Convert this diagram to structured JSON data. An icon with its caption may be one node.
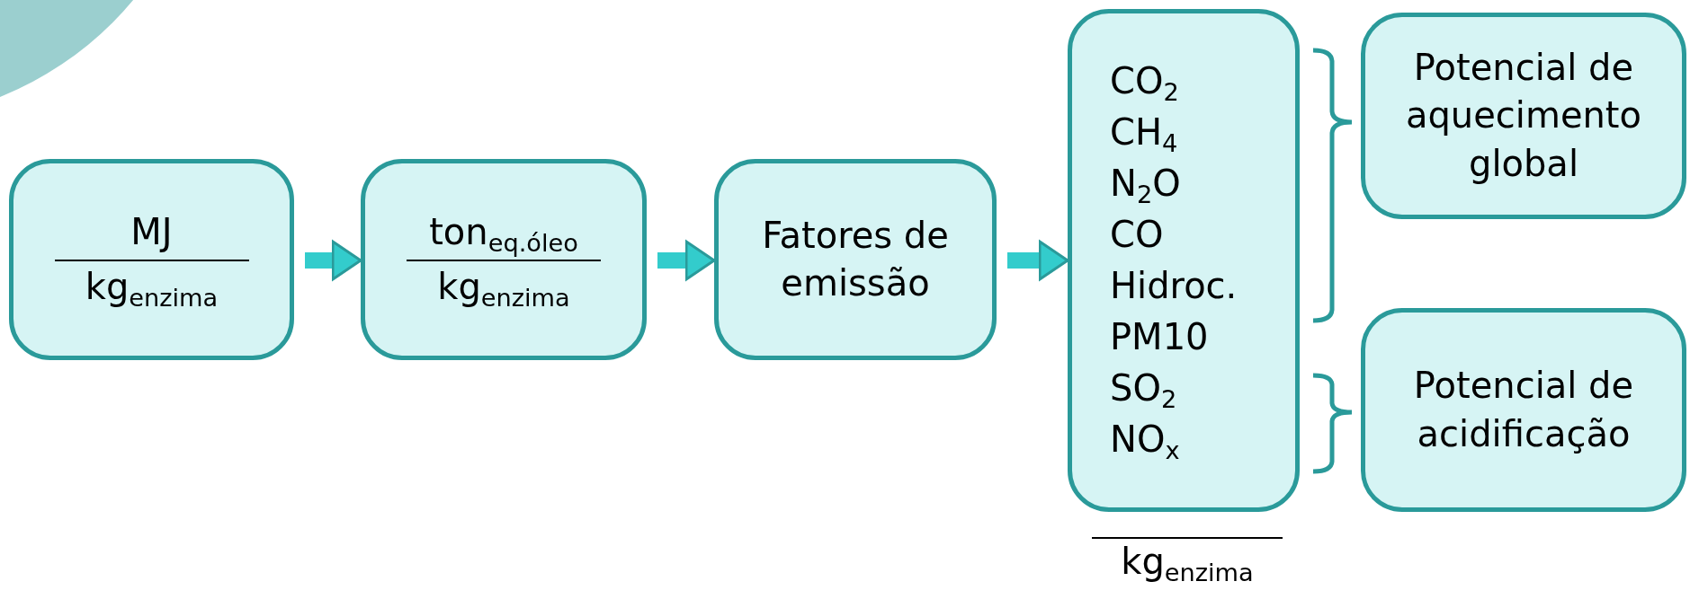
{
  "diagram": {
    "nodes": [
      {
        "text": [
          "MJ",
          "kg$_{enzima}$"
        ]
      },
      {
        "text": [
          "ton$_{eq.óleo}$",
          "kg$_{enzima}$"
        ]
      },
      {
        "text": [
          "Fatores de emissão"
        ]
      },
      {
        "text": [
          "CO$_{2}$",
          "CH$_{4}$",
          "N$_{2}$O",
          "CO",
          "Hidroc.",
          "PM10",
          "SO$_{2}$",
          "NO$_{x}$"
        ],
        "beside": [
          "kg$_{enzima}$"
        ]
      },
      {
        "text": [
          "Potencial de aquecimento global"
        ]
      },
      {
        "text": [
          "Potencial de acidificação"
        ]
      }
    ],
    "edges": [
      {
        "from": 0,
        "to": 1,
        "arrow": "to"
      },
      {
        "from": 1,
        "to": 2,
        "arrow": "to"
      },
      {
        "from": 2,
        "to": 3,
        "arrow": "to"
      }
    ]
  }
}
